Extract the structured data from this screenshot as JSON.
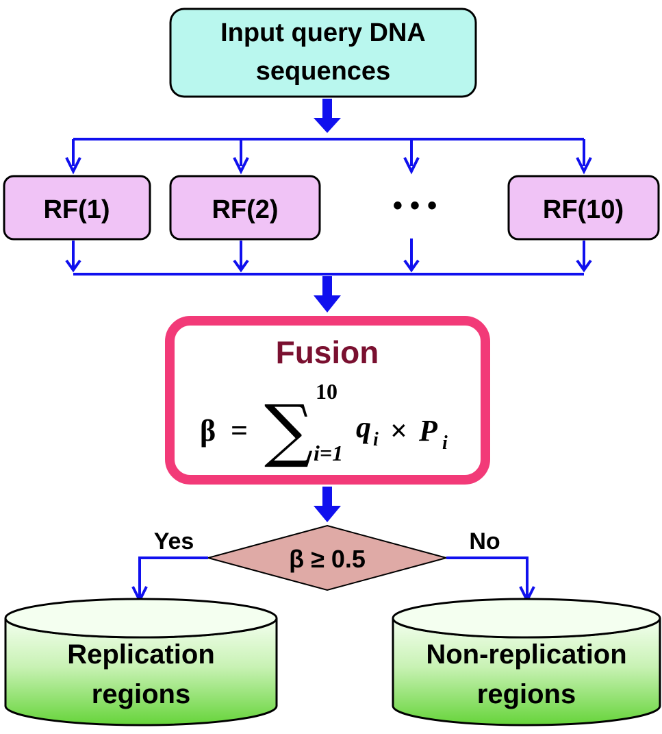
{
  "input": {
    "line1": "Input query DNA",
    "line2": "sequences"
  },
  "classifiers": [
    {
      "label": "RF(1)"
    },
    {
      "label": "RF(2)"
    },
    {
      "label": "RF(10)"
    }
  ],
  "ellipsis": "• • •",
  "fusion": {
    "title": "Fusion",
    "formula": {
      "lhs": "β",
      "equals": "=",
      "sum_symbol": "∑",
      "upper": "10",
      "lower": "i=1",
      "q": "q",
      "q_sub": "i",
      "times": "×",
      "p": "P",
      "p_sub": "i"
    }
  },
  "decision": {
    "label": "β ≥ 0.5",
    "yes": "Yes",
    "no": "No"
  },
  "outputs": {
    "replication": {
      "line1": "Replication",
      "line2": "regions"
    },
    "non_replication": {
      "line1": "Non-replication",
      "line2": "regions"
    }
  },
  "colors": {
    "arrow": "#1010ee",
    "input_fill": "#b9f7ee",
    "rf_fill": "#f0c3f6",
    "fusion_border": "#f23a78",
    "fusion_title": "#7a1030",
    "decision_fill": "#dfaaa6",
    "cylinder_top": "#f4fff0",
    "cylinder_bottom": "#66d43a"
  }
}
